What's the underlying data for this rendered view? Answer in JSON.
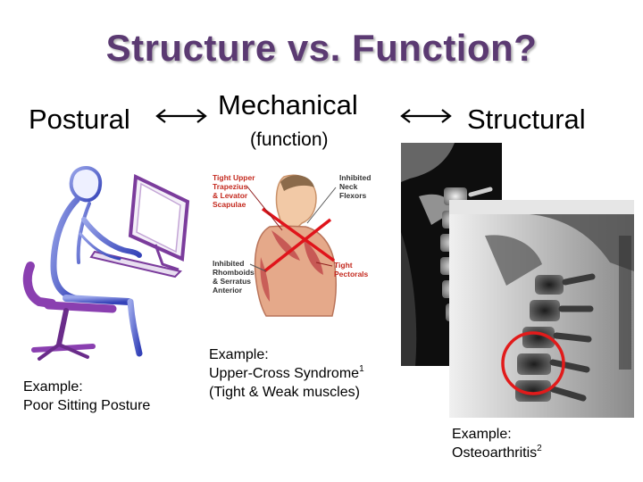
{
  "slide": {
    "title": "Structure vs. Function?",
    "headers": {
      "postural": "Postural",
      "mechanical": "Mechanical",
      "mechanical_sub": "(function)",
      "structural": "Structural"
    },
    "examples": {
      "postural": {
        "line1": "Example:",
        "line2": "Poor Sitting Posture"
      },
      "mechanical": {
        "line1": "Example:",
        "line2": "Upper-Cross Syndrome",
        "line2_sup": "1",
        "line3": "(Tight & Weak muscles)"
      },
      "structural": {
        "line1": "Example:",
        "line2": "Osteoarthritis",
        "line2_sup": "2"
      }
    },
    "diagram_labels": {
      "tight_upper": [
        "Tight Upper",
        "Trapezius",
        "& Levator",
        "Scapulae"
      ],
      "inhibited_neck": [
        "Inhibited",
        "Neck",
        "Flexors"
      ],
      "inhibited_rhomboids": [
        "Inhibited",
        "Rhomboids",
        "& Serratus",
        "Anterior"
      ],
      "tight_pectorals": [
        "Tight",
        "Pectorals"
      ]
    },
    "colors": {
      "title": "#5b3a72",
      "posture_figure": "#3f4cc0",
      "chair": "#8a3fb0",
      "highlight_circle": "#e11b1b",
      "cross_lines": "#e0141b"
    },
    "icons": {
      "arrow_left": "double-headed-arrow-icon",
      "arrow_right": "double-headed-arrow-icon"
    }
  }
}
